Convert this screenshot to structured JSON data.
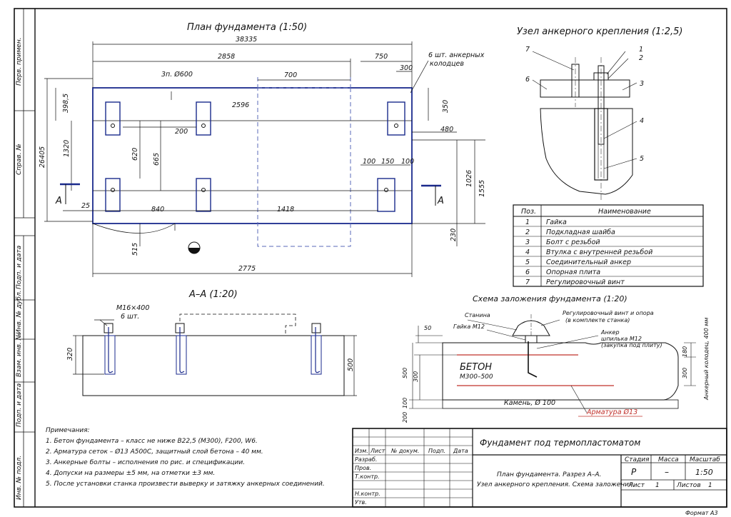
{
  "side_strip": [
    "Перв. примен.",
    "Справ. №",
    "Подп. и дата",
    "Инв. № дубл.",
    "Взам. инв. №",
    "Подп. и дата",
    "Инв. № подл."
  ],
  "plan": {
    "title": "План фундамента (1:50)",
    "dims": {
      "d38335": "38335",
      "d2858": "2858",
      "d750": "750",
      "d300": "300",
      "d700": "700",
      "zp": "3п. Ø600",
      "d3985": "398,5",
      "d2596": "2596",
      "d350": "350",
      "d200": "200",
      "d480": "480",
      "d26405": "26405",
      "d1320": "1320",
      "d620": "620",
      "d665": "665",
      "d100a": "100",
      "d150": "150",
      "d100b": "100",
      "d1026": "1026",
      "d1555": "1555",
      "d25": "25",
      "d840": "840",
      "d1418": "1418",
      "d230": "230",
      "d515": "515",
      "d2775": "2775",
      "anchors_a": "6 шт. анкерных",
      "anchors_b": "колодцев",
      "secA_left": "A",
      "secA_right": "A"
    }
  },
  "anchor_node": {
    "title": "Узел анкерного крепления (1:2,5)",
    "callouts": [
      "7",
      "1",
      "2",
      "6",
      "3",
      "4",
      "5"
    ]
  },
  "parts_table": {
    "headers": [
      "Поз.",
      "Наименование"
    ],
    "rows": [
      [
        "1",
        "Гайка"
      ],
      [
        "2",
        "Подкладная шайба"
      ],
      [
        "3",
        "Болт с резьбой"
      ],
      [
        "4",
        "Втулка с внутренней резьбой"
      ],
      [
        "5",
        "Соединительный анкер"
      ],
      [
        "6",
        "Опорная плита"
      ],
      [
        "7",
        "Регулировочный винт"
      ]
    ]
  },
  "section": {
    "title": "А–А (1:20)",
    "bolt": "M16×400",
    "count": "6 шт.",
    "d320": "320",
    "d500": "500"
  },
  "scheme": {
    "title": "Схема заложения фундамента (1:20)",
    "stanina": "Станина",
    "screw_a": "Регулировочный винт и опора",
    "screw_b": "(в комплекте станка)",
    "nut": "Гайка М12",
    "anchor_a": "Анкер",
    "anchor_b": "шпилька М12",
    "anchor_c": "(закупка под плиту)",
    "concrete": "БЕТОН",
    "grade": "М300–500",
    "stone": "Камень, Ø 100",
    "rebar": "Арматура Ø13",
    "pit": "Анкерный колодец, 400 мм",
    "d50": "50",
    "d500": "500",
    "d300": "300",
    "d100": "100",
    "d200": "200",
    "d180": "180",
    "d300r": "300"
  },
  "notes": {
    "title": "Примечания:",
    "items": [
      "1.  Бетон фундамента – класс не ниже В22,5 (М300), F200, W6.",
      "2.  Арматура сеток – Ø13 А500С, защитный слой бетона – 40 мм.",
      "3.  Анкерные болты – исполнения по рис. и спецификации.",
      "4.  Допуски на размеры ±5 мм, на отметки ±3 мм.",
      "5.  После установки станка произвести выверку и затяжку анкерных соединений."
    ]
  },
  "title_block": {
    "main": "Фундамент под термопластоматом",
    "desc1": "План фундамента. Разрез А–А.",
    "desc2": "Узел анкерного крепления. Схема заложения.",
    "cols": [
      "Изм.",
      "Лист",
      "№ докум.",
      "Подп.",
      "Дата"
    ],
    "roles": [
      "Разраб.",
      "Пров.",
      "Т.контр.",
      "Н.контр.",
      "Утв."
    ],
    "stage_label": "Стадия",
    "mass_label": "Масса",
    "scale_label": "Масштаб",
    "stage": "Р",
    "mass": "–",
    "scale": "1:50",
    "sheet_label": "Лист",
    "sheet": "1",
    "sheets_label": "Листов",
    "sheets": "1"
  },
  "format": "Формат  А3"
}
